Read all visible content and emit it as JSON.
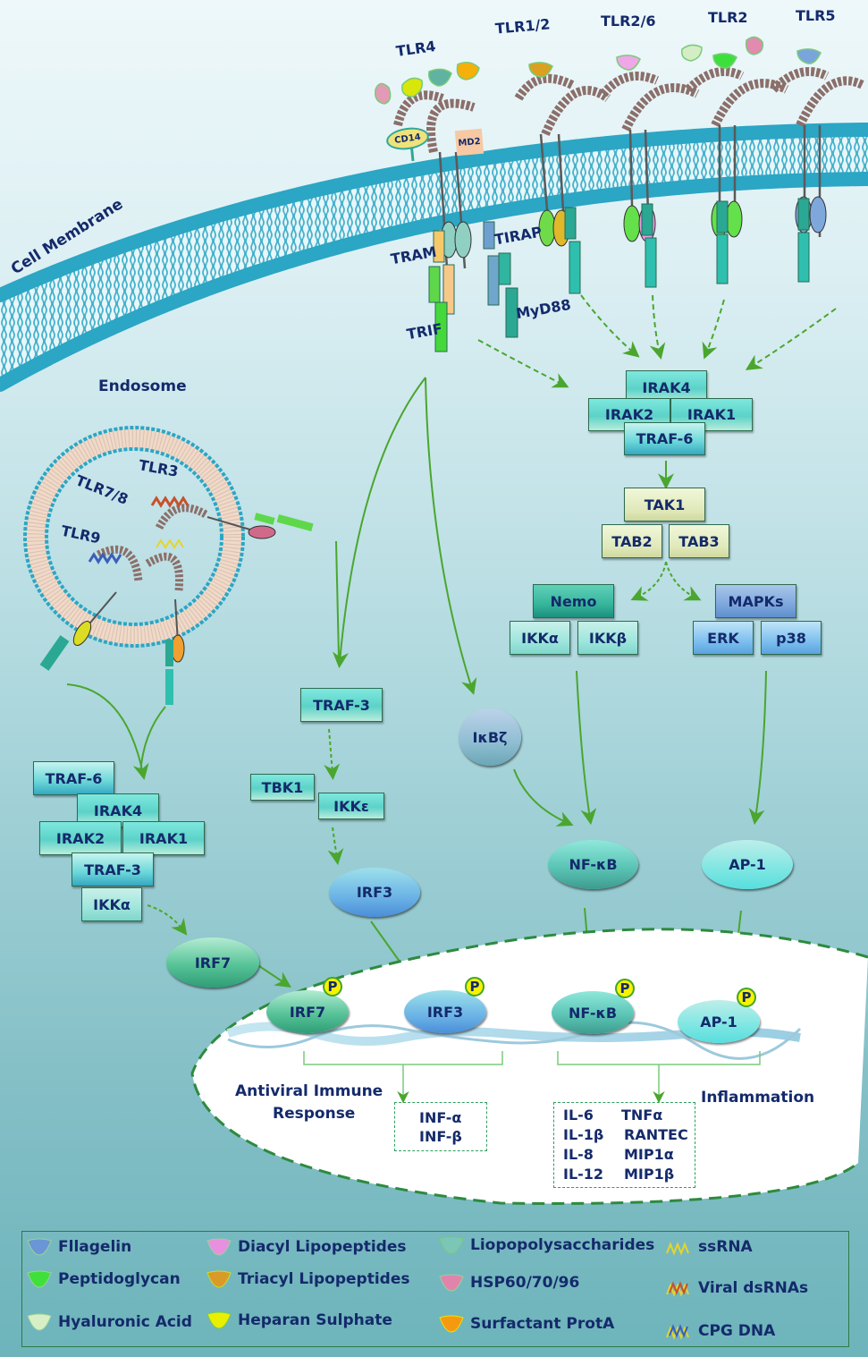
{
  "membrane": {
    "label": "Cell Membrane"
  },
  "endosome": {
    "label": "Endosome",
    "receptors": [
      "TLR3",
      "TLR7/8",
      "TLR9"
    ]
  },
  "surface_receptors": [
    "TLR4",
    "TLR1/2",
    "TLR2/6",
    "TLR2",
    "TLR5"
  ],
  "coreceptors": {
    "cd14": "CD14",
    "md2": "MD2"
  },
  "adaptors": {
    "tram": "TRAM",
    "tirap": "TIRAP",
    "trif": "TRIF",
    "myd88": "MyD88"
  },
  "myd88_complex": {
    "irak4": "IRAK4",
    "irak2": "IRAK2",
    "irak1": "IRAK1",
    "traf6": "TRAF-6"
  },
  "tak_complex": {
    "tak1": "TAK1",
    "tab2": "TAB2",
    "tab3": "TAB3"
  },
  "ikk_complex": {
    "nemo": "Nemo",
    "ikka": "IKKα",
    "ikkb": "IKKβ"
  },
  "mapk_complex": {
    "mapks": "MAPKs",
    "erk": "ERK",
    "p38": "p38"
  },
  "endosome_complex": {
    "traf6": "TRAF-6",
    "irak4": "IRAK4",
    "irak2": "IRAK2",
    "irak1": "IRAK1",
    "traf3": "TRAF-3",
    "ikka": "IKKα"
  },
  "trif_pathway": {
    "traf3": "TRAF-3",
    "tbk1": "TBK1",
    "ikke": "IKKε",
    "irf3": "IRF3"
  },
  "ikbz": "IκBζ",
  "irf7_cyto": "IRF7",
  "nfkb_cyto": "NF-κB",
  "ap1_cyto": "AP-1",
  "nucleus": {
    "factors": [
      {
        "name": "IRF7",
        "phospho": "P"
      },
      {
        "name": "IRF3",
        "phospho": "P"
      },
      {
        "name": "NF-κB",
        "phospho": "P"
      },
      {
        "name": "AP-1",
        "phospho": "P"
      }
    ],
    "antiviral": {
      "title_line1": "Antiviral Immune",
      "title_line2": "Response",
      "products": [
        "INF-α",
        "INF-β"
      ]
    },
    "inflammation": {
      "title": "Inflammation",
      "products_left": [
        "IL-6",
        "IL-1β",
        "IL-8",
        "IL-12"
      ],
      "products_right": [
        "TNFα",
        "RANTEC",
        "MIP1α",
        "MIP1β"
      ]
    }
  },
  "legend": [
    {
      "label": "Fllagelin",
      "icon": "ligand-blue",
      "color": "#6a95d6"
    },
    {
      "label": "Peptidoglycan",
      "icon": "ligand-green",
      "color": "#3fe03a"
    },
    {
      "label": "Hyaluronic Acid",
      "icon": "ligand-pale",
      "color": "#d8efc6"
    },
    {
      "label": "Diacyl Lipopeptides",
      "icon": "ligand-pink",
      "color": "#e98fe0"
    },
    {
      "label": "Triacyl Lipopeptides",
      "icon": "ligand-orange",
      "color": "#d99a2a"
    },
    {
      "label": "Heparan Sulphate",
      "icon": "ligand-yellow",
      "color": "#e8f000"
    },
    {
      "label": "Liopopolysaccharides",
      "icon": "ligand-teal",
      "color": "#7cc6b8"
    },
    {
      "label": "HSP60/70/96",
      "icon": "ligand-rose",
      "color": "#e084ab"
    },
    {
      "label": "Surfactant ProtA",
      "icon": "ligand-sunset",
      "color": "#f59a10"
    },
    {
      "label": "ssRNA",
      "icon": "ssrna-strand",
      "color": "#e6d52a"
    },
    {
      "label": "Viral dsRNAs",
      "icon": "dsrna-helix",
      "color": "#c8502a"
    },
    {
      "label": "CPG DNA",
      "icon": "cpg-dna-helix",
      "color": "#3b5fb8"
    }
  ],
  "colors": {
    "membrane": "#2ba6c4",
    "arrow": "#4aa62e",
    "text": "#142a6b",
    "nucleus_border": "#2d8a3e"
  }
}
